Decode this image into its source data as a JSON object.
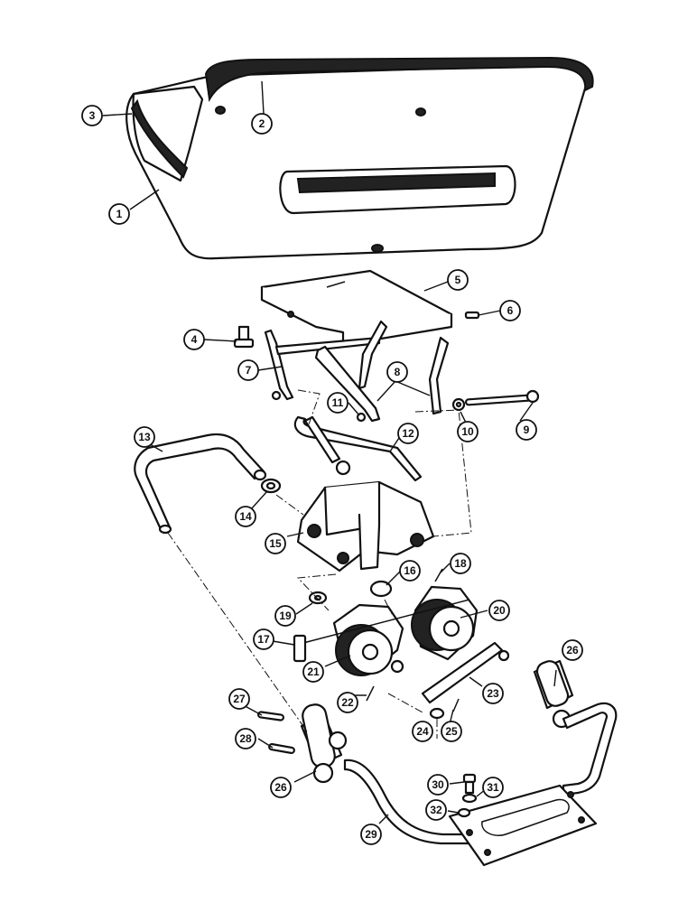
{
  "callouts": [
    "1",
    "2",
    "3",
    "4",
    "5",
    "6",
    "7",
    "8",
    "9",
    "10",
    "11",
    "12",
    "13",
    "14",
    "15",
    "16",
    "17",
    "18",
    "19",
    "20",
    "21",
    "22",
    "23",
    "24",
    "25",
    "26",
    "26",
    "27",
    "28",
    "29",
    "30",
    "31",
    "32"
  ]
}
